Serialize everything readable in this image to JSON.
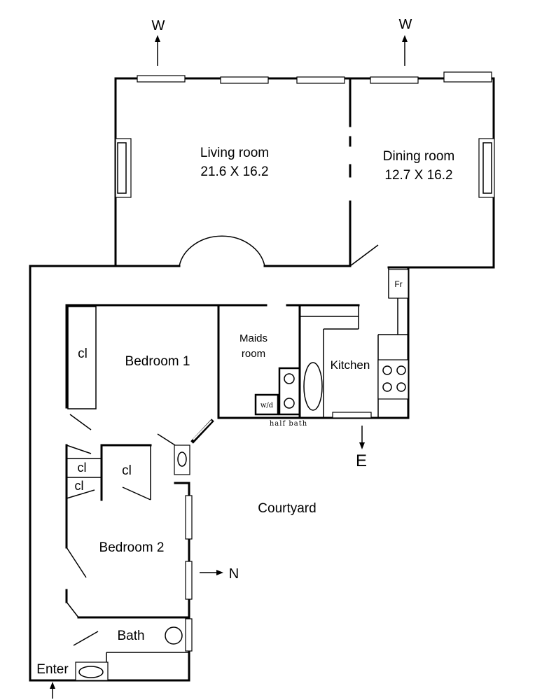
{
  "rooms": {
    "living_name": "Living room",
    "living_dims": "21.6 X 16.2",
    "dining_name": "Dining room",
    "dining_dims": "12.7 X 16.2",
    "maids_line1": "Maids",
    "maids_line2": "room",
    "kitchen": "Kitchen",
    "bedroom1": "Bedroom 1",
    "bedroom2": "Bedroom 2",
    "bath": "Bath",
    "courtyard": "Courtyard"
  },
  "closets": {
    "label": "cl"
  },
  "fixtures": {
    "fridge": "Fr",
    "washer_dryer": "w/d",
    "half_bath": "half bath"
  },
  "compass": {
    "west": "W",
    "east": "E",
    "north": "N"
  },
  "entry": {
    "label": "Enter"
  }
}
